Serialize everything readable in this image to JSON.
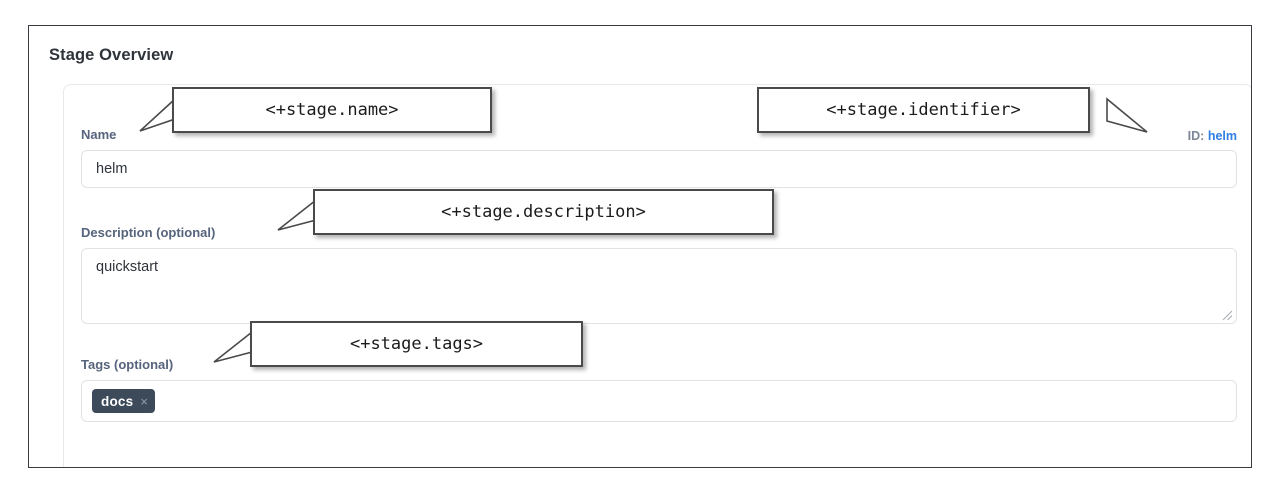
{
  "panel": {
    "title": "Stage Overview"
  },
  "form": {
    "name_field": {
      "label": "Name",
      "value": "helm",
      "placeholder": ""
    },
    "identifier": {
      "prefix": "ID:",
      "value": "helm"
    },
    "description_field": {
      "label": "Description (optional)",
      "value": "quickstart",
      "placeholder": ""
    },
    "tags_field": {
      "label": "Tags (optional)",
      "placeholder": "",
      "tags": [
        {
          "label": "docs",
          "remove_icon": "×"
        }
      ]
    }
  },
  "annotations": [
    {
      "text": "<+stage.name>"
    },
    {
      "text": "<+stage.identifier>"
    },
    {
      "text": "<+stage.description>"
    },
    {
      "text": "<+stage.tags>"
    }
  ],
  "colors": {
    "label": "#56647c",
    "link": "#2f7de1",
    "chip_bg": "#3c4a5a",
    "frame_border": "#3b3b41",
    "card_border": "#e6e8ea",
    "input_border": "#dfe3e6",
    "title": "#2f343a"
  }
}
